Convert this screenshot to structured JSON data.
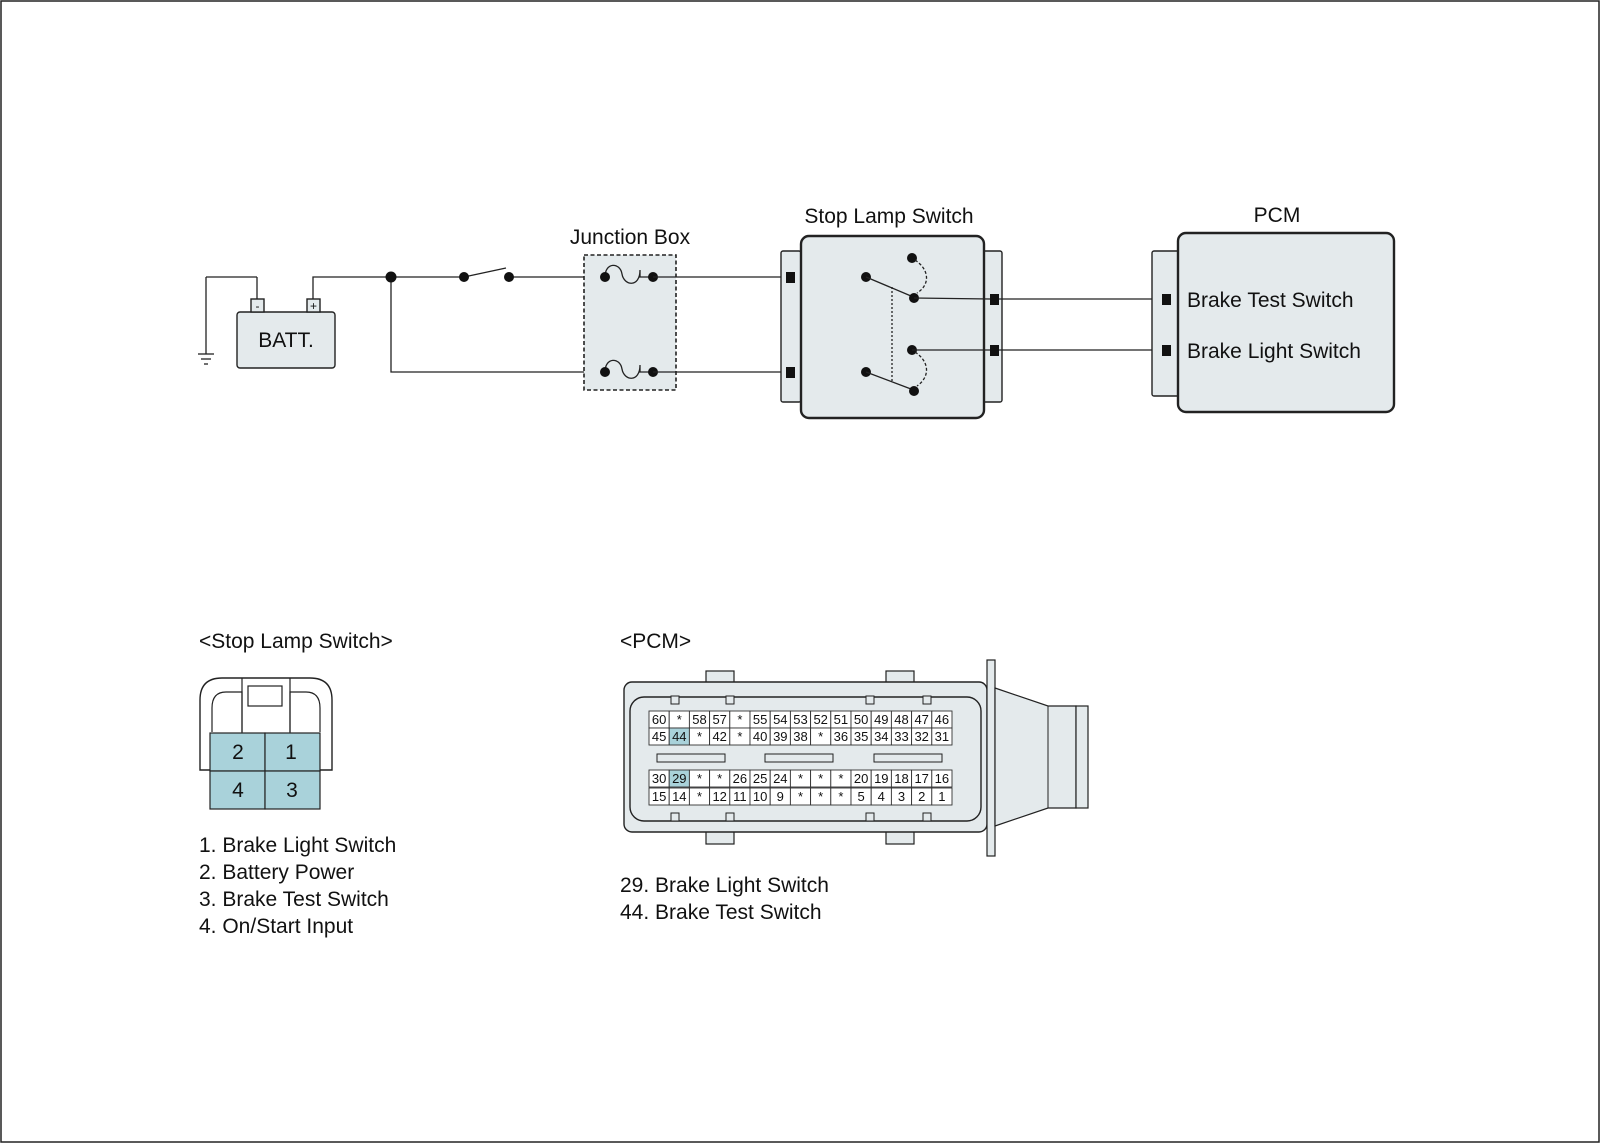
{
  "circuit": {
    "battery_label": "BATT.",
    "battery_neg": "-",
    "battery_pos": "+",
    "junction_box_label": "Junction Box",
    "stop_lamp_switch_label": "Stop Lamp Switch",
    "pcm_label": "PCM",
    "pcm_inputs": [
      "Brake Test Switch",
      "Brake Light Switch"
    ]
  },
  "stop_lamp_connector": {
    "title": "<Stop Lamp Switch>",
    "pins_top": [
      "2",
      "1"
    ],
    "pins_bottom": [
      "4",
      "3"
    ],
    "legend": [
      "1. Brake Light Switch",
      "2. Battery Power",
      "3. Brake Test Switch",
      "4. On/Start Input"
    ]
  },
  "pcm_connector": {
    "title": "<PCM>",
    "row1": [
      "60",
      "*",
      "58",
      "57",
      "*",
      "55",
      "54",
      "53",
      "52",
      "51",
      "50",
      "49",
      "48",
      "47",
      "46"
    ],
    "row2": [
      "45",
      "44",
      "*",
      "42",
      "*",
      "40",
      "39",
      "38",
      "*",
      "36",
      "35",
      "34",
      "33",
      "32",
      "31"
    ],
    "row3": [
      "30",
      "29",
      "*",
      "*",
      "26",
      "25",
      "24",
      "*",
      "*",
      "*",
      "20",
      "19",
      "18",
      "17",
      "16"
    ],
    "row4": [
      "15",
      "14",
      "*",
      "12",
      "11",
      "10",
      "9",
      "*",
      "*",
      "*",
      "5",
      "4",
      "3",
      "2",
      "1"
    ],
    "highlight": [
      "44",
      "29"
    ],
    "legend": [
      "29. Brake Light Switch",
      "44. Brake Test Switch"
    ]
  },
  "colors": {
    "box_fill": "#e4eaec",
    "pin_highlight": "#a9d2da",
    "connector_fill": "#a9d2da"
  }
}
